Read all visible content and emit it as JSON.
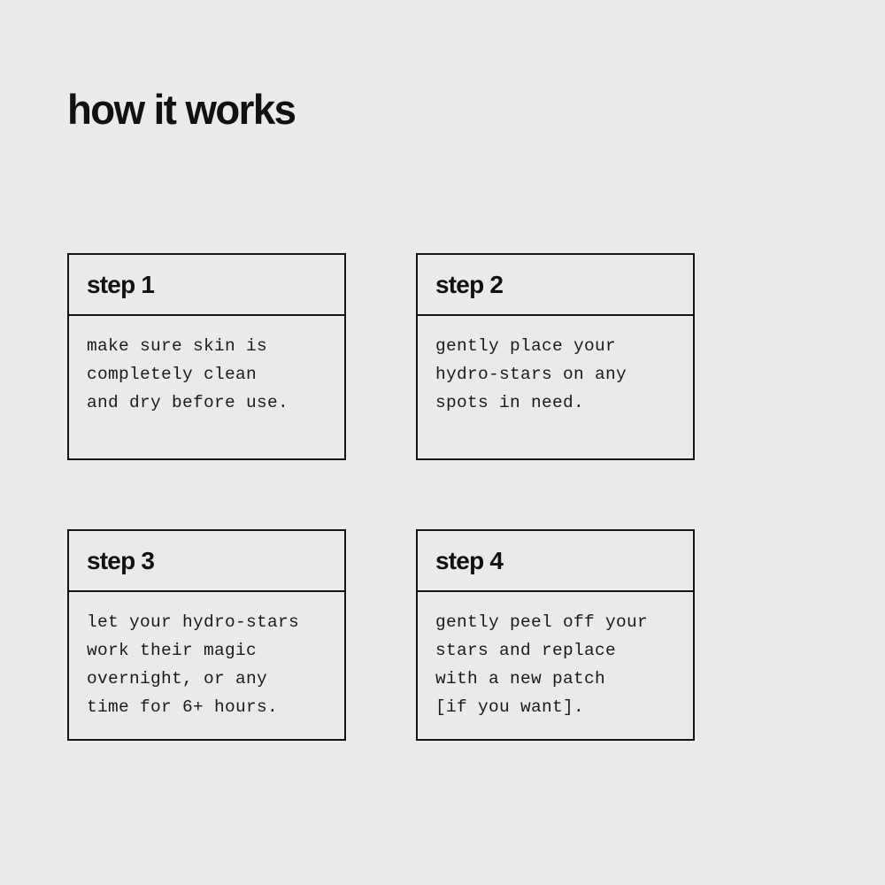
{
  "theme": {
    "background_color": "#ECE9E9",
    "border_color": "#141414",
    "text_color": "#111111",
    "body_text_color": "#1b1b1b"
  },
  "header": {
    "title": "how it works"
  },
  "steps": [
    {
      "label": "step 1",
      "body": "make sure skin is\ncompletely clean\nand dry before use."
    },
    {
      "label": "step 2",
      "body": "gently place your\nhydro-stars on any\nspots in need."
    },
    {
      "label": "step 3",
      "body": "let your hydro-stars\nwork their magic\novernight, or any\ntime for 6+ hours."
    },
    {
      "label": "step 4",
      "body": "gently peel off your\nstars and replace\nwith a new patch\n[if you want]."
    }
  ]
}
